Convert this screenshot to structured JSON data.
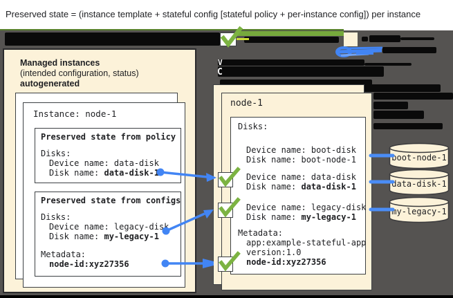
{
  "title": "Preserved state = (instance template + stateful config [stateful policy + per-instance config]) per instance",
  "colors": {
    "dark_bg": "#555351",
    "cream": "#fcf2d9",
    "blue": "#4285f4",
    "green_bar": "#76a93c",
    "green_line": "#5a822e",
    "check": "#7cb342",
    "redact": "#0a0a0a"
  },
  "legend": {
    "fragments": [
      "V",
      "C"
    ]
  },
  "left_panel": {
    "heading_lines": [
      {
        "text": "Managed instances",
        "bold": true
      },
      {
        "text": "(intended configuration, status)"
      },
      {
        "text": "autogenerated",
        "bold": true
      }
    ],
    "instance_title": "Instance: node-1",
    "policy_box": {
      "title": "Preserved state from policy",
      "lines": [
        {
          "text": "Disks:"
        },
        {
          "indent": 1,
          "pre": "Device name: ",
          "value": "data-disk"
        },
        {
          "indent": 1,
          "pre": "Disk name: ",
          "value": "data-disk-1",
          "bold": true
        }
      ]
    },
    "configs_box": {
      "title": "Preserved state from configs",
      "lines": [
        {
          "text": "Disks:"
        },
        {
          "indent": 1,
          "pre": "Device name: ",
          "value": "legacy-disk"
        },
        {
          "indent": 1,
          "pre": "Disk name: ",
          "value": "my-legacy-1",
          "bold": true
        },
        {
          "gap": 12,
          "text": "Metadata:"
        },
        {
          "indent": 1,
          "text": "node-id:xyz27356",
          "bold": true
        }
      ]
    }
  },
  "node_panel": {
    "title": "node-1",
    "lines": [
      {
        "text": "Disks:"
      },
      {
        "gap": 20,
        "indent": 1,
        "pre": "Device name: ",
        "value": "boot-disk"
      },
      {
        "indent": 1,
        "pre": "Disk name: ",
        "value": "boot-node-1"
      },
      {
        "gap": 11,
        "indent": 1,
        "pre": "Device name: ",
        "value": "data-disk"
      },
      {
        "indent": 1,
        "pre": "Disk name: ",
        "value": "data-disk-1",
        "bold": true
      },
      {
        "gap": 16,
        "indent": 1,
        "pre": "Device name: ",
        "value": "legacy-disk"
      },
      {
        "indent": 1,
        "pre": "Disk name: ",
        "value": "my-legacy-1",
        "bold": true
      },
      {
        "gap": 9,
        "text": "Metadata:"
      },
      {
        "indent": 1,
        "text": "app:example-stateful-app"
      },
      {
        "indent": 1,
        "text": "version:1.0"
      },
      {
        "indent": 1,
        "text": "node-id:xyz27356",
        "bold": true
      }
    ]
  },
  "disks": [
    {
      "label": "boot-node-1"
    },
    {
      "label": "data-disk-1"
    },
    {
      "label": "my-legacy-1"
    }
  ]
}
